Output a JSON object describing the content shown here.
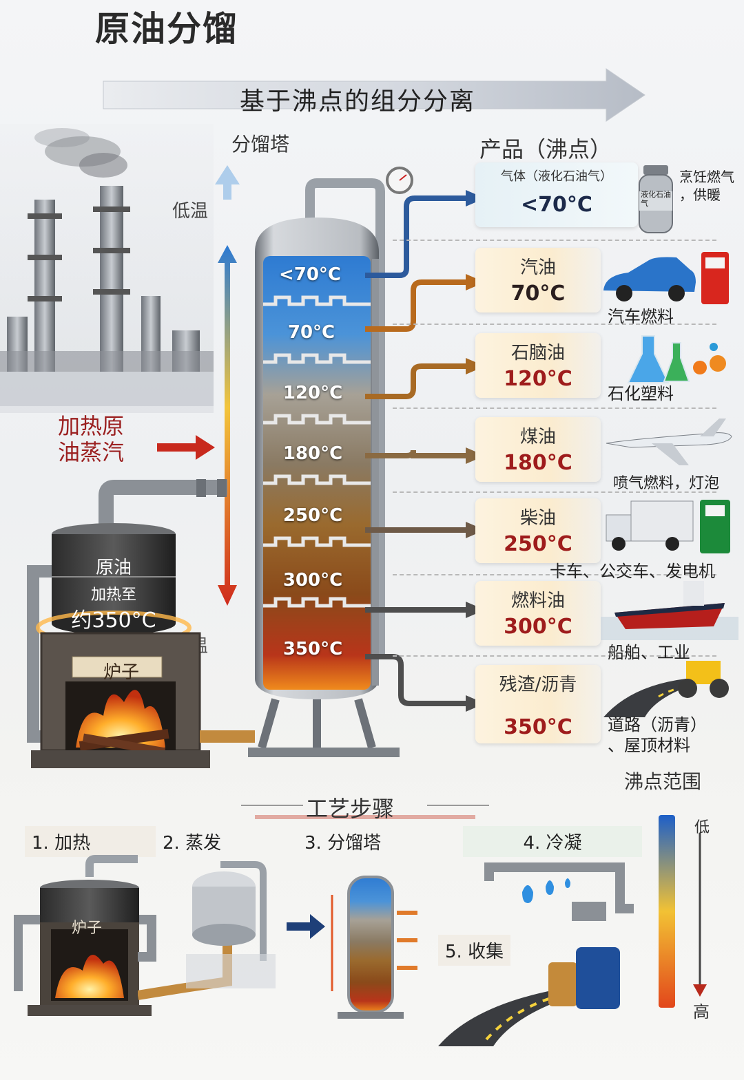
{
  "title": "原油分馏",
  "banner": "基于沸点的组分分离",
  "tower_label": "分馏塔",
  "products_header": "产品（沸点）",
  "gradient_low": "低温",
  "gradient_high": "高温",
  "heat_label": "加热原油蒸汽",
  "heat_label_lines": [
    "加热原",
    "油蒸汽"
  ],
  "tank": {
    "name": "原油",
    "line2": "加热至",
    "line3": "约350°C"
  },
  "furnace_label": "炉子",
  "tower_temps": [
    "<70°C",
    "70°C",
    "120°C",
    "180°C",
    "250°C",
    "300°C",
    "350°C"
  ],
  "products": [
    {
      "name": "气体（液化石油气）",
      "temp": "<70°C",
      "use": "烹饪燃气，供暖",
      "use_lines": [
        "烹饪燃气",
        "，供暖"
      ],
      "tank_label": "液化石油气",
      "icon": "gas-cylinder-icon"
    },
    {
      "name": "汽油",
      "temp": "70°C",
      "use": "汽车燃料",
      "icon": "car-icon"
    },
    {
      "name": "石脑油",
      "temp": "120°C",
      "use": "石化塑料",
      "icon": "flask-icon"
    },
    {
      "name": "煤油",
      "temp": "180°C",
      "use": "喷气燃料，灯泡",
      "icon": "airplane-icon"
    },
    {
      "name": "柴油",
      "temp": "250°C",
      "use": "卡车、公交车、发电机",
      "icon": "truck-icon"
    },
    {
      "name": "燃料油",
      "temp": "300°C",
      "use": "船舶、工业",
      "icon": "ship-icon"
    },
    {
      "name": "残渣/沥青",
      "temp": "350°C",
      "use": "道路（沥青）、屋顶材料",
      "use_lines": [
        "道路（沥青）",
        "、屋顶材料"
      ],
      "icon": "road-roller-icon"
    }
  ],
  "boiling_range": "沸点范围",
  "scale_low": "低",
  "scale_high": "高",
  "steps_title": "工艺步骤",
  "steps": [
    "1. 加热",
    "2. 蒸发",
    "3. 分馏塔",
    "4. 冷凝",
    "5. 收集"
  ],
  "step_furnace_label": "炉子",
  "colors": {
    "cold": "#2f7fd6",
    "hot": "#d8361c",
    "warm": "#f0b429",
    "card": "#fbeccf",
    "temp_text": "#9e1c1c"
  }
}
